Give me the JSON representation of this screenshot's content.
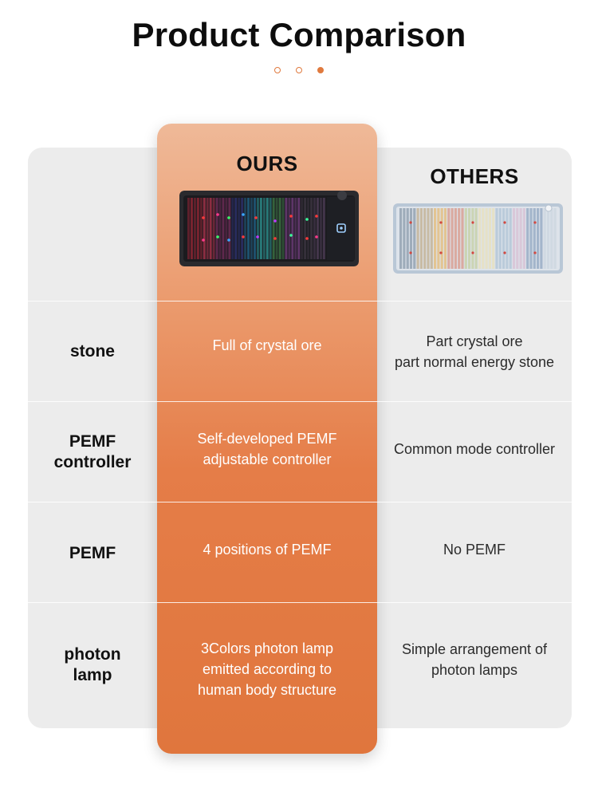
{
  "title": "Product Comparison",
  "carousel": {
    "dots": 3,
    "active_index": 2,
    "accent_color": "#e07a3e"
  },
  "columns": {
    "ours": "OURS",
    "others": "OTHERS"
  },
  "images": {
    "ours": "dark-led-crystal-mat",
    "others": "light-striped-crystal-mat"
  },
  "colors": {
    "ours_column_top": "#efb998",
    "ours_column_bottom": "#e0763d",
    "panel": "#ececec"
  },
  "rows": [
    {
      "label": [
        "stone"
      ],
      "ours": [
        "Full of crystal ore"
      ],
      "others": [
        "Part crystal ore",
        "part normal energy stone"
      ]
    },
    {
      "label": [
        "PEMF",
        "controller"
      ],
      "ours": [
        "Self-developed PEMF",
        "adjustable controller"
      ],
      "others": [
        "Common mode controller"
      ]
    },
    {
      "label": [
        "PEMF"
      ],
      "ours": [
        "4 positions of PEMF"
      ],
      "others": [
        "No PEMF"
      ]
    },
    {
      "label": [
        "photon",
        "lamp"
      ],
      "ours": [
        "3Colors photon lamp",
        "emitted according to",
        "human body structure"
      ],
      "others": [
        "Simple arrangement of",
        "photon lamps"
      ]
    }
  ]
}
